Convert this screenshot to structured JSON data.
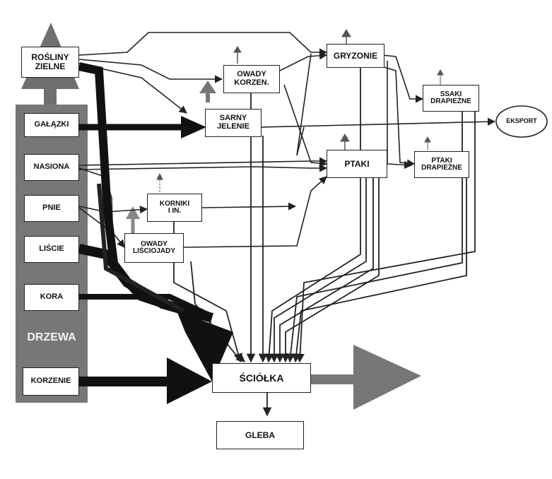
{
  "diagram": {
    "nodes": {
      "rosliny": "ROŚLINY\nZIELNE",
      "galazki": "GAŁĄZKI",
      "nasiona": "NASIONA",
      "pnie": "PNIE",
      "liscie": "LIŚCIE",
      "kora": "KORA",
      "drzewa": "DRZEWA",
      "korzenie": "KORZENIE",
      "owady_korzen": "OWADY\nKORZEN.",
      "sarny": "SARNY\nJELENIE",
      "korniki": "KORNIKI\nI IN.",
      "owady_liscio": "OWADY\nLIŚCIOJADY",
      "gryzonie": "GRYZONIE",
      "ptaki": "PTAKI",
      "ssaki": "SSAKI\nDRAPIEŻNE",
      "ptaki_drap": "PTAKI\nDRAPIEŻNE",
      "eksport": "EKSPORT",
      "sciolka": "ŚCIÓŁKA",
      "gleba": "GLEBA"
    }
  }
}
